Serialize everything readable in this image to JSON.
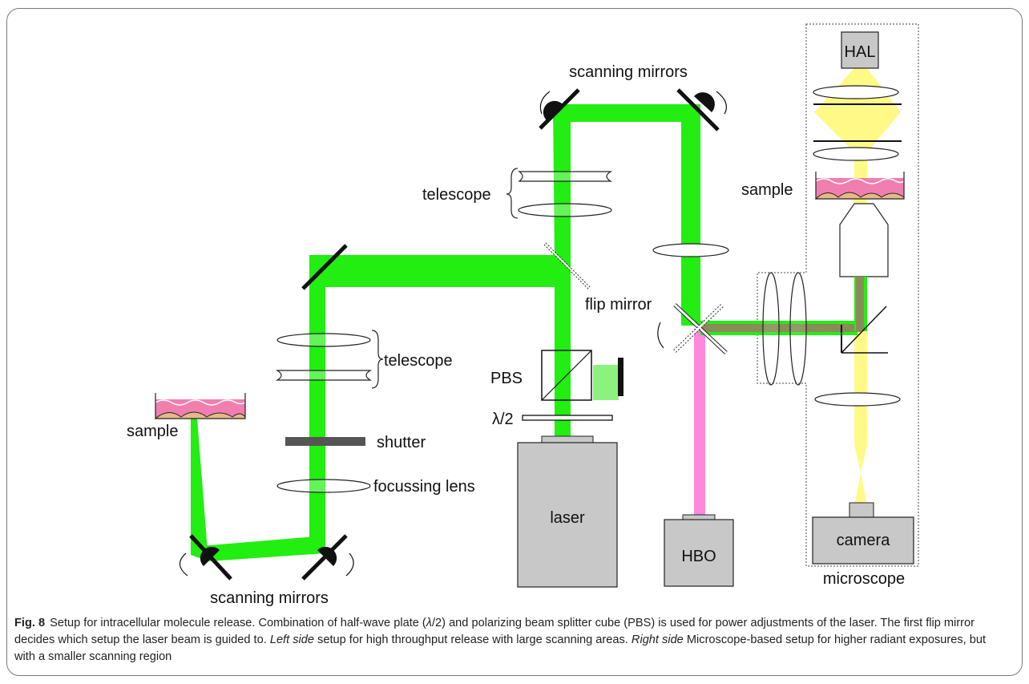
{
  "figure": {
    "labels": {
      "scanning_mirrors_top": "scanning mirrors",
      "scanning_mirrors_bottom": "scanning mirrors",
      "telescope_top": "telescope",
      "telescope_left": "telescope",
      "flip_mirror": "flip mirror",
      "pbs": "PBS",
      "half_wave": "λ/2",
      "shutter": "shutter",
      "focussing_lens": "focussing lens",
      "laser": "laser",
      "hbo": "HBO",
      "hal": "HAL",
      "sample_right": "sample",
      "sample_left": "sample",
      "camera": "camera",
      "microscope": "microscope"
    },
    "colors": {
      "laser_beam": "#22ee11",
      "hbo_beam": "#ff88dd",
      "hal_beam": "#fffa88",
      "mixed_beam": "#8a8b58",
      "device_gray": "#c8c8c8",
      "sample_pink": "#f07fb0",
      "sample_cells": "#e8b888"
    }
  },
  "caption": {
    "label": "Fig. 8",
    "part1": "Setup for intracellular molecule release. Combination of half-wave plate (",
    "lambda": "λ",
    "part2": "/2) and polarizing beam splitter cube (PBS) is used for power adjustments of the laser. The first flip mirror decides which setup the laser beam is guided to. ",
    "left_side": "Left side",
    "part3": " setup for high throughput release with large scanning areas. ",
    "right_side": "Right side",
    "part4": " Microscope-based setup for higher radiant exposures, but with a smaller scanning region"
  }
}
